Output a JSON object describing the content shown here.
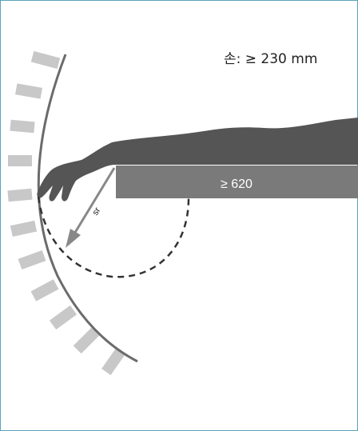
{
  "hand_requirement": "손: ≥ 230 mm",
  "bar_dimension": "≥ 620",
  "radius_label": "sr",
  "colors": {
    "frame_border": "#5aa2bb",
    "arm": "#555555",
    "bar": "#7a7a7a",
    "hatch_blocks": "#c8c8c8",
    "boundary_arc": "#6b6b6b",
    "reach_arc": "#333333"
  }
}
